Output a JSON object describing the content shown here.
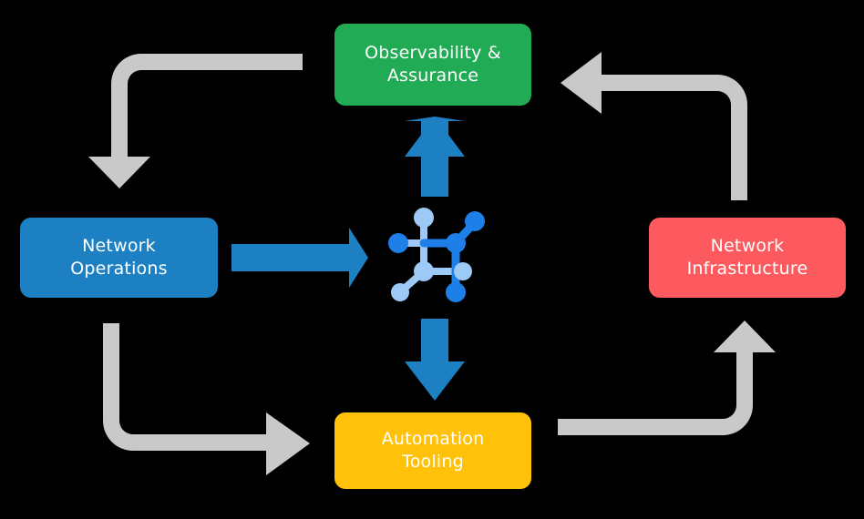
{
  "diagram": {
    "title": "Network automation lifecycle loop",
    "background_color": "#000000",
    "center_icon": {
      "name": "network-topology-icon",
      "primary_color": "#1f7fe8",
      "secondary_color": "#9dc9f7"
    },
    "nodes": [
      {
        "id": "observability",
        "label": "Observability &\nAssurance",
        "color": "#22ab55",
        "text_color": "#ffffff",
        "position": "top"
      },
      {
        "id": "operations",
        "label": "Network\nOperations",
        "color": "#1c80c3",
        "text_color": "#ffffff",
        "position": "left"
      },
      {
        "id": "infrastructure",
        "label": "Network\nInfrastructure",
        "color": "#fd5a5f",
        "text_color": "#ffffff",
        "position": "right"
      },
      {
        "id": "automation",
        "label": "Automation\nTooling",
        "color": "#ffc109",
        "text_color": "#ffffff",
        "position": "bottom"
      }
    ],
    "connectors": [
      {
        "id": "operations-to-center",
        "style": "straight",
        "color": "#1c80c3",
        "direction": "right",
        "from": "operations",
        "to": "center"
      },
      {
        "id": "center-to-observability",
        "style": "straight",
        "color": "#1c80c3",
        "direction": "up",
        "from": "center",
        "to": "observability"
      },
      {
        "id": "center-to-automation",
        "style": "straight",
        "color": "#1c80c3",
        "direction": "down",
        "from": "center",
        "to": "automation"
      },
      {
        "id": "observability-to-operations",
        "style": "elbow",
        "color": "#c9c9c9",
        "direction": "down",
        "from": "observability",
        "to": "operations"
      },
      {
        "id": "infrastructure-to-observability",
        "style": "elbow",
        "color": "#c9c9c9",
        "direction": "left",
        "from": "infrastructure",
        "to": "observability"
      },
      {
        "id": "operations-to-automation",
        "style": "elbow",
        "color": "#c9c9c9",
        "direction": "right",
        "from": "operations",
        "to": "automation"
      },
      {
        "id": "automation-to-infrastructure",
        "style": "elbow",
        "color": "#c9c9c9",
        "direction": "up",
        "from": "automation",
        "to": "infrastructure"
      }
    ]
  }
}
